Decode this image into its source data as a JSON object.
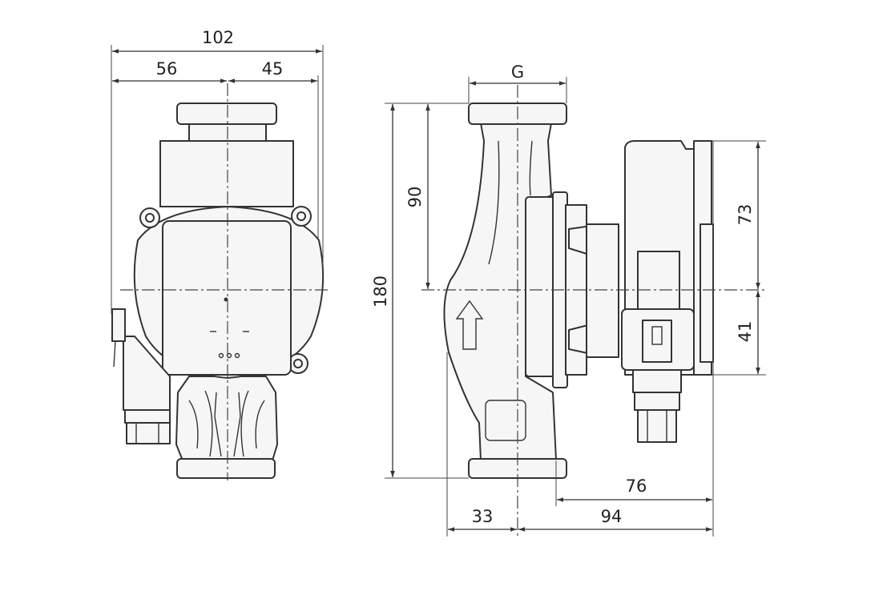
{
  "front_view": {
    "dimensions": {
      "overall_width": "102",
      "left_half": "56",
      "right_half": "45"
    }
  },
  "side_view": {
    "dimensions": {
      "connection": "G",
      "half_height": "90",
      "overall_height": "180",
      "upper_height": "73",
      "lower_height": "41",
      "head_depth": "76",
      "overall_depth": "94",
      "inlet_offset": "33"
    }
  },
  "colors": {
    "line": "#333333",
    "fill": "#f6f6f6"
  }
}
